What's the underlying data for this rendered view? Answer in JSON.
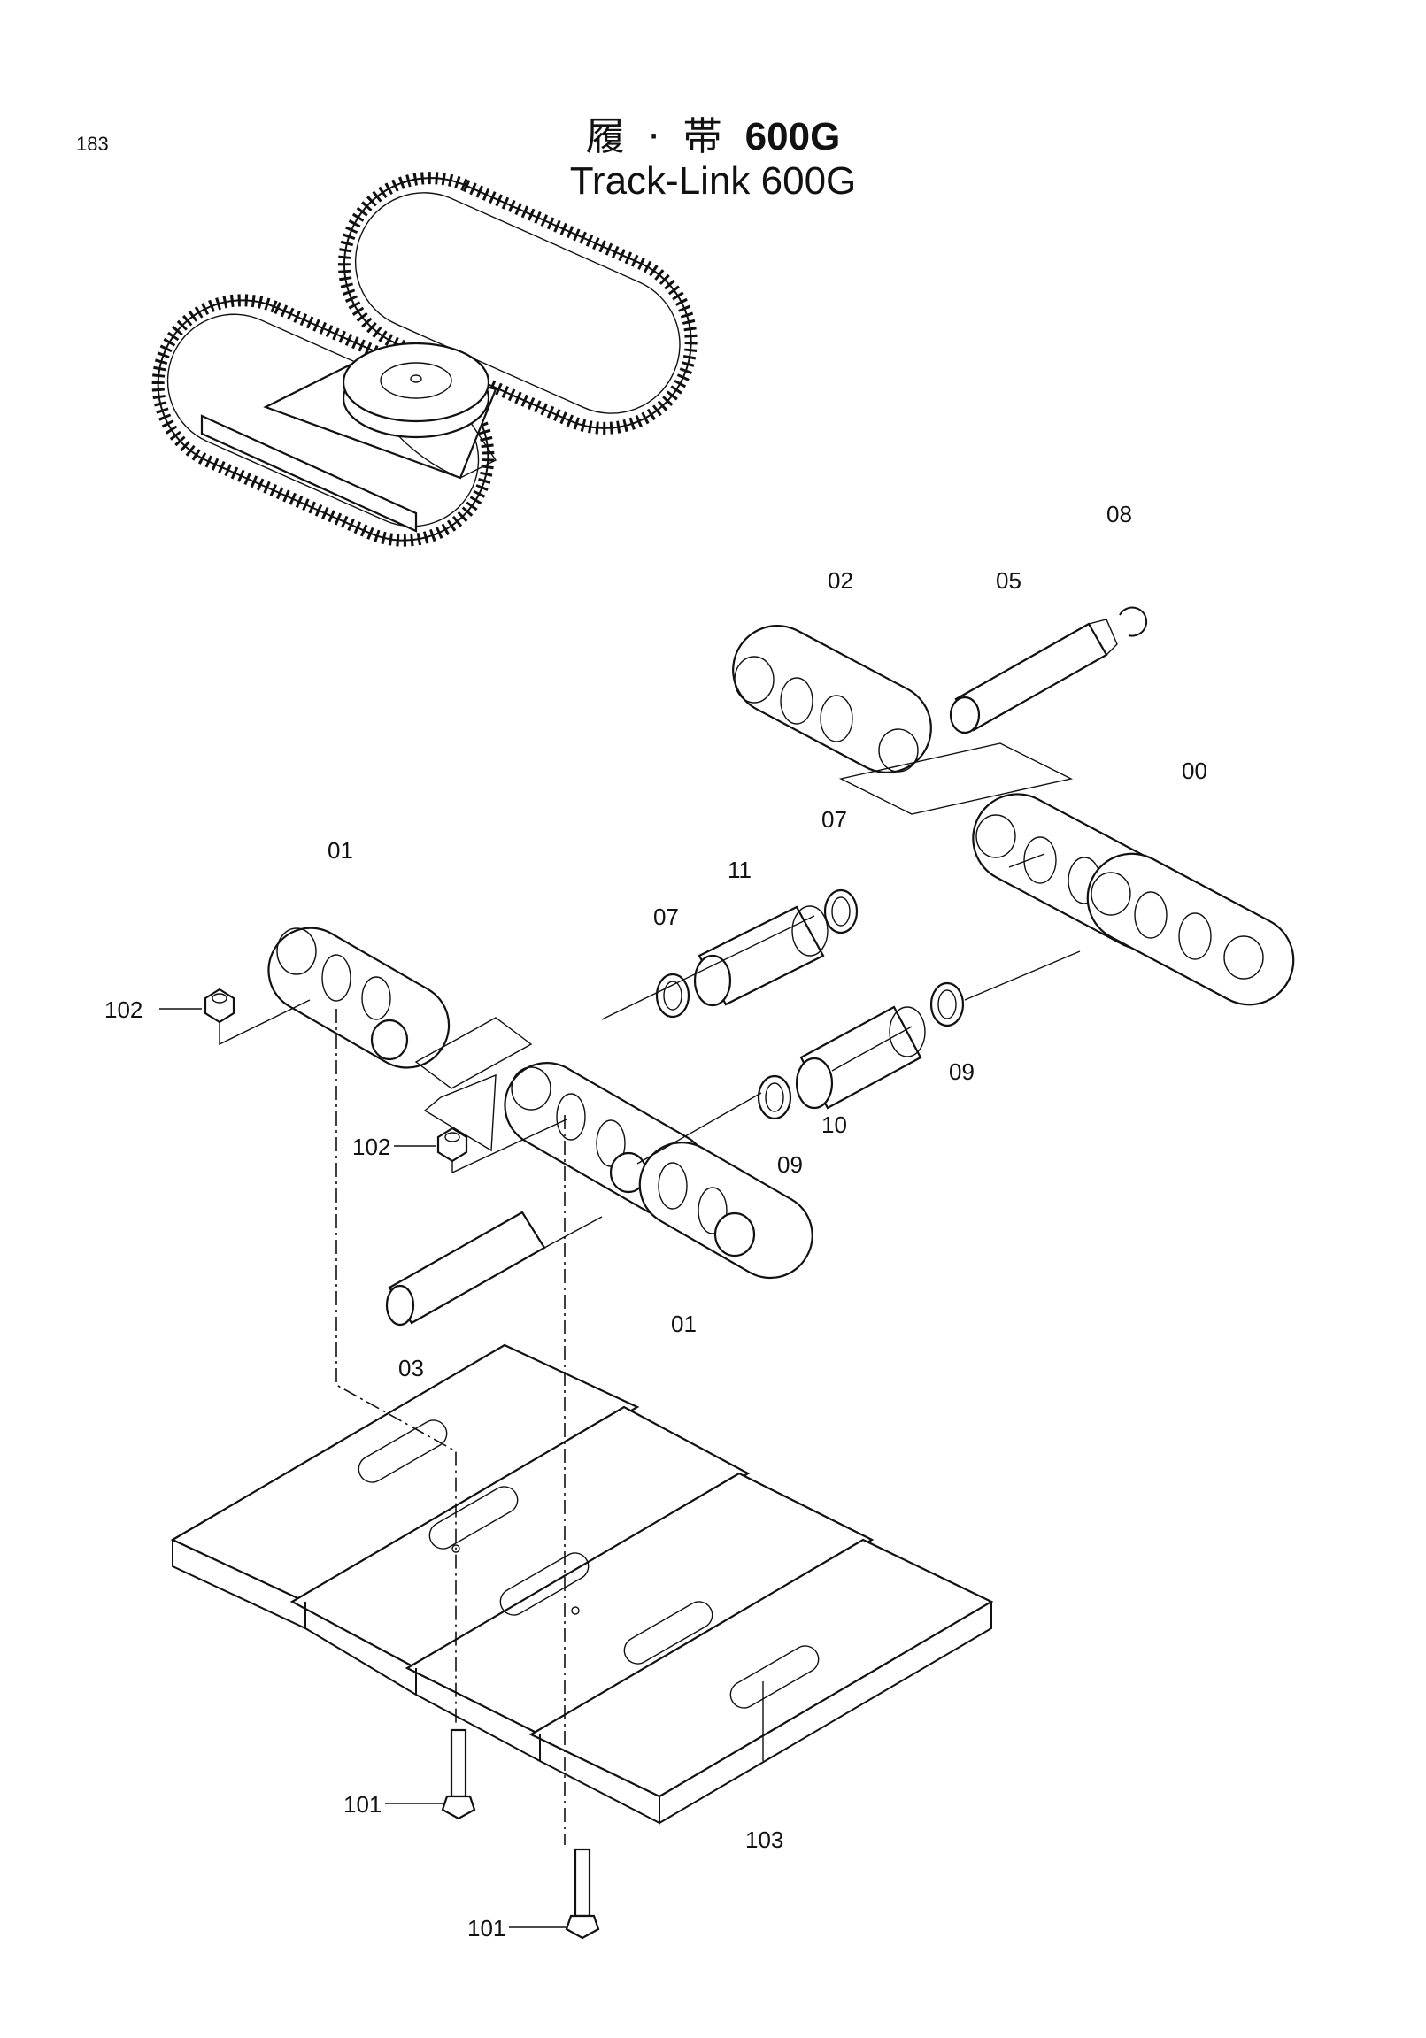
{
  "page_number": "183",
  "title": {
    "japanese": "履 · 帯",
    "model": "600G",
    "english": "Track-Link 600G"
  },
  "parts": {
    "p00": "00",
    "p01a": "01",
    "p01b": "01",
    "p02": "02",
    "p03": "03",
    "p05": "05",
    "p07a": "07",
    "p07b": "07",
    "p08": "08",
    "p09a": "09",
    "p09b": "09",
    "p10": "10",
    "p11": "11",
    "p101a": "101",
    "p101b": "101",
    "p102a": "102",
    "p102b": "102",
    "p103": "103"
  }
}
